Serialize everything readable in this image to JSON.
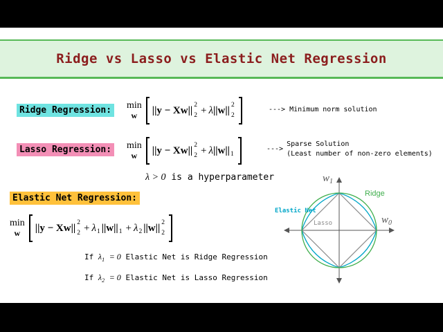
{
  "header": {
    "title": "Ridge vs Lasso vs Elastic Net Regression"
  },
  "ridge": {
    "label": "Ridge Regression:",
    "min": "min",
    "min_sub": "w",
    "t1": "||y − Xw||",
    "t1_sup": "2",
    "t1_sub": "2",
    "plus": "+",
    "lam": "λ",
    "t2": "||w||",
    "t2_sup": "2",
    "t2_sub": "2",
    "arrow": "--->",
    "note": "Minimum norm solution"
  },
  "lasso": {
    "label": "Lasso Regression:",
    "min": "min",
    "min_sub": "w",
    "t1": "||y − Xw||",
    "t1_sup": "2",
    "t1_sub": "2",
    "plus": "+",
    "lam": "λ",
    "t2": "||w||",
    "t2_sub": "1",
    "arrow": "--->",
    "note1": "Sparse Solution",
    "note2": "(Least number of non-zero elements)"
  },
  "hyper": {
    "expr": "λ > 0",
    "text": "is a hyperparameter"
  },
  "elastic": {
    "label": "Elastic Net Regression:",
    "min": "min",
    "min_sub": "w",
    "t1": "||y − Xw||",
    "t1_sup": "2",
    "t1_sub": "2",
    "plus1": "+",
    "lam1": "λ",
    "lam1_sub": "1",
    "t2": "||w||",
    "t2_sub": "1",
    "plus2": "+",
    "lam2": "λ",
    "lam2_sub": "2",
    "t3": "||w||",
    "t3_sup": "2",
    "t3_sub": "2"
  },
  "cond1": {
    "prefix": "If",
    "lam": "λ",
    "lam_sub": "1",
    "eq": "= 0",
    "text": "Elastic Net is Ridge Regression"
  },
  "cond2": {
    "prefix": "If",
    "lam": "λ",
    "lam_sub": "2",
    "eq": "= 0",
    "text": "Elastic Net is Lasso Regression"
  },
  "diagram": {
    "axis_v_label": "w",
    "axis_v_sub": "1",
    "axis_h_label": "w",
    "axis_h_sub": "0",
    "ridge_label": "Ridge",
    "elastic_label": "Elastic Net",
    "lasso_label": "Lasso"
  },
  "colors": {
    "header_bg": "#def3de",
    "header_border": "#57b957",
    "title_text": "#8b1d1d",
    "ridge_highlight": "#6fe3e1",
    "lasso_highlight": "#f38fb6",
    "elastic_highlight": "#ffc13b",
    "ridge_curve": "#3fae4c",
    "elastic_curve": "#00a6c8",
    "lasso_shape": "#8a8a8a",
    "letterbox": "#000000"
  }
}
